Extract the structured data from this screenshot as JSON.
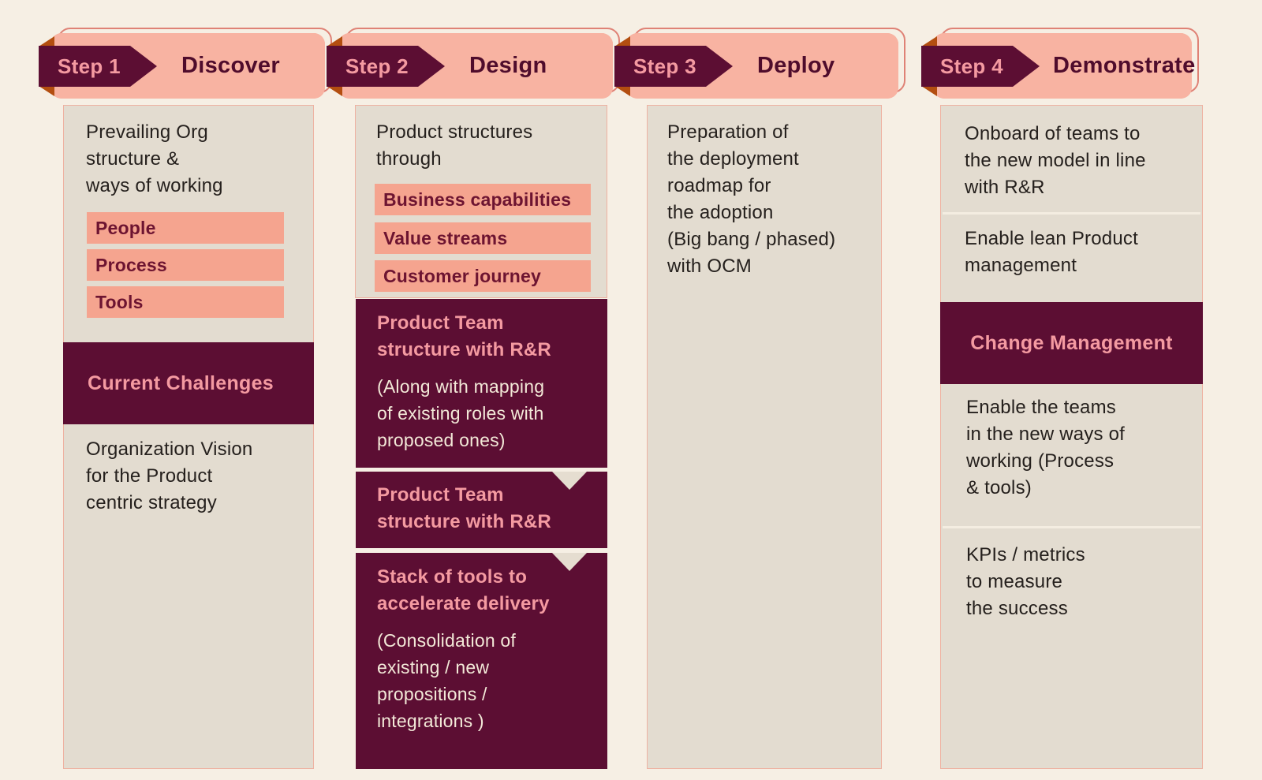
{
  "steps": [
    {
      "badge": "Step 1",
      "title": "Discover",
      "intro": "Prevailing Org\nstructure &\nways of working",
      "pills": [
        "People",
        "Process",
        "Tools"
      ],
      "highlight": "Current Challenges",
      "vision": "Organization Vision\nfor the Product\ncentric strategy"
    },
    {
      "badge": "Step 2",
      "title": "Design",
      "intro": "Product structures\nthrough",
      "pills": [
        "Business capabilities",
        "Value streams",
        "Customer journey"
      ],
      "boxes": [
        {
          "heading": "Product Team\nstructure with R&R",
          "detail": "(Along with mapping\nof existing roles with\nproposed ones)"
        },
        {
          "heading": "Product Team\nstructure with R&R"
        },
        {
          "heading": "Stack of tools to\naccelerate delivery",
          "detail": "(Consolidation of\nexisting / new\npropositions /\nintegrations )"
        }
      ]
    },
    {
      "badge": "Step 3",
      "title": "Deploy",
      "note": "Preparation of\nthe deployment\nroadmap for\nthe adoption\n(Big bang / phased)\nwith OCM"
    },
    {
      "badge": "Step 4",
      "title": "Demonstrate",
      "onboard": "Onboard of teams to\nthe new model in line\nwith R&R",
      "enable_lean": "Enable lean Product\nmanagement",
      "highlight": "Change Management",
      "enable_teams": "Enable the teams\nin the new ways of\nworking (Process\n& tools)",
      "kpis": "KPIs / metrics\nto measure\nthe success"
    }
  ],
  "colors": {
    "background": "#f6efe4",
    "panel": "#e3dcd0",
    "salmon_header": "#f8b3a2",
    "pill": "#f5a48f",
    "maroon": "#5c0e33",
    "pink_text": "#f49aa1",
    "cream_text": "#f3e9d8",
    "body_text": "#25201d",
    "fold_orange": "#b34e10",
    "header_outline": "#df8276"
  }
}
